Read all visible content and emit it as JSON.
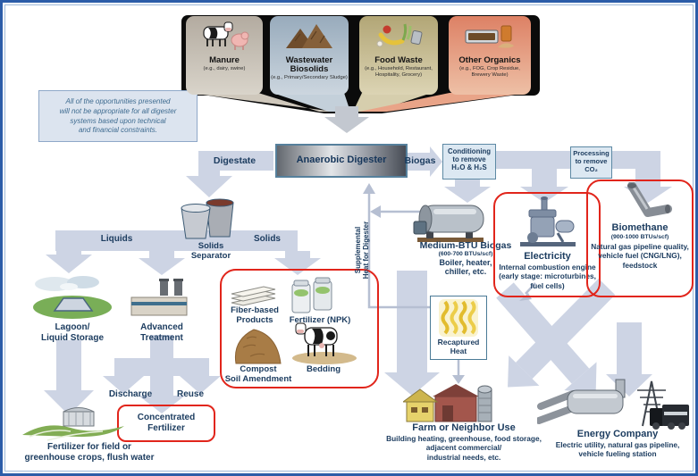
{
  "disclaimer": "All of the opportunities presented\nwill not be appropriate for all digester\nsystems based upon technical\nand financial constraints.",
  "inputs": {
    "manure": {
      "title": "Manure",
      "subtitle": "(e.g., dairy, swine)"
    },
    "biosolids": {
      "title": "Wastewater\nBiosolids",
      "subtitle": "(e.g., Primary/Secondary Sludge)"
    },
    "food_waste": {
      "title": "Food Waste",
      "subtitle": "(e.g., Household, Restaurant,\nHospitality, Grocery)"
    },
    "other_organics": {
      "title": "Other Organics",
      "subtitle": "(e.g., FOG, Crop Residue,\nBrewery Waste)"
    }
  },
  "digester_label": "Anaerobic Digester",
  "flows": {
    "digestate": "Digestate",
    "biogas": "Biogas",
    "liquids": "Liquids",
    "solids": "Solids",
    "discharge": "Discharge",
    "reuse": "Reuse",
    "supplemental_heat": "Supplemental\nHeat for Digester"
  },
  "process": {
    "conditioning": "Conditioning\nto remove\nH₂O & H₂S",
    "co2_removal": "Processing\nto remove\nCO₂",
    "separator": "Solids\nSeparator"
  },
  "liquids_path": {
    "lagoon": "Lagoon/\nLiquid Storage",
    "advanced_treatment": "Advanced\nTreatment",
    "concentrated_fertilizer": "Concentrated\nFertilizer",
    "field_use": "Fertilizer for field or\ngreenhouse crops, flush water"
  },
  "solids_products": {
    "fiber": "Fiber-based\nProducts",
    "npk": "Fertilizer (NPK)",
    "compost": "Compost\nSoil Amendment",
    "bedding": "Bedding"
  },
  "biogas_path": {
    "medium_btu": {
      "title": "Medium-BTU Biogas",
      "spec": "(600-700 BTUs/scf)",
      "desc": "Boiler, heater,\nchiller, etc."
    },
    "electricity": {
      "title": "Electricity",
      "desc": "Internal combustion engine\n(early stage: microturbines,\nfuel cells)"
    },
    "biomethane": {
      "title": "Biomethane",
      "spec": "(900-1000 BTUs/scf)",
      "desc": "Natural gas pipeline quality,\nvehicle fuel (CNG/LNG),\nfeedstock"
    },
    "recaptured": "Recaptured\nHeat"
  },
  "end_uses": {
    "farm": {
      "title": "Farm or Neighbor Use",
      "desc": "Building heating, greenhouse, food storage,\nadjacent commercial/\nindustrial needs, etc."
    },
    "energy_company": {
      "title": "Energy Company",
      "desc": "Electric utility, natural gas pipeline,\nvehicle fueling station"
    }
  },
  "colors": {
    "arrow": "#cdd4e4",
    "thin_arrow": "#b6bfd2",
    "label_text": "#1d3d60",
    "red_outline": "#e1251b",
    "frame_border": "#2b5ca8",
    "note_bg": "#dce4ef",
    "card_manure": "#b3aba0",
    "card_biosolids": "#98abbc",
    "card_food": "#b2a676",
    "card_organics": "#dd8165"
  },
  "icons": {
    "cow-icon": "white cow with black patches",
    "pig-icon": "pink pig",
    "sludge-icon": "brown piles",
    "food-waste-icon": "banana, tomato, greens, can",
    "organics-tray-icon": "tray with FOG and jug",
    "separator-icon": "two separator tanks",
    "lagoon-icon": "green lagoon with pond",
    "treatment-plant-icon": "treatment building with stacks",
    "fiber-boards-icon": "stacked fiber boards",
    "fertilizer-bags-icon": "two NPK bags",
    "compost-pile-icon": "brown compost mound",
    "boiler-icon": "horizontal boiler tank",
    "engine-icon": "internal combustion engine",
    "pipe-icon": "bent biomethane pipe",
    "flames-icon": "yellow heat waves",
    "farm-icon": "house, barn and silo",
    "energy-icon": "pipeline, transmission tower, truck",
    "field-icon": "green field with greenhouse"
  }
}
